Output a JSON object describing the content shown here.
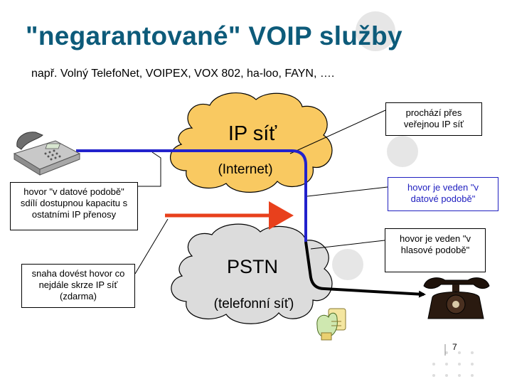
{
  "title": "\"negarantované\" VOIP služby",
  "subtitle": "např. Volný TelefoNet, VOIPEX, VOX 802, ha-loo, FAYN, ….",
  "clouds": {
    "ip": {
      "title": "IP síť",
      "subtitle": "(Internet)",
      "color": "#f9c961"
    },
    "pstn": {
      "title": "PSTN",
      "subtitle": "(telefonní síť)",
      "color": "#dcdcdc"
    }
  },
  "callouts": {
    "public_net": "prochází přes veřejnou IP síť",
    "data_form": "hovor je veden \"v datové podobě\"",
    "voice_form": "hovor je veden \"v hlasové podobě\"",
    "shares_capacity": "hovor \"v datové podobě\" sdílí dostupnou kapacitu s ostatními IP přenosy",
    "route_free": "snaha dovést hovor co nejdále skrze IP síť (zdarma)"
  },
  "colors": {
    "data_path": "#2222cc",
    "voice_path": "#000000",
    "ip_traffic": "#e8401c",
    "title": "#0d5b7a"
  },
  "icons": [
    "office-phone-icon",
    "old-rotary-phone-icon",
    "money-bag-icon"
  ],
  "page_number": "7"
}
